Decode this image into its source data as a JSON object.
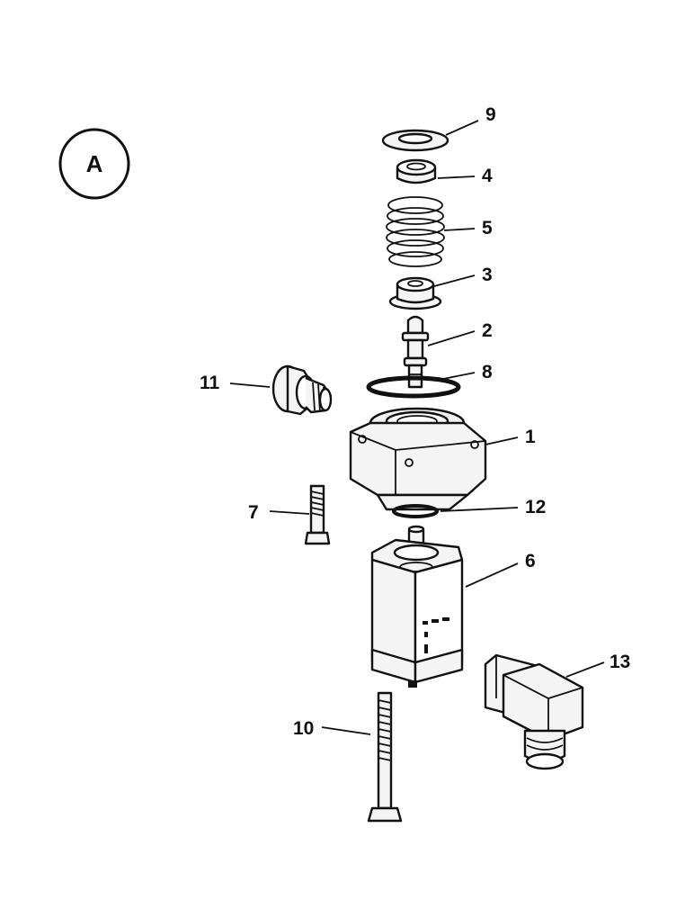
{
  "view": {
    "letter": "A"
  },
  "callouts": [
    {
      "id": "9",
      "label": "9"
    },
    {
      "id": "4",
      "label": "4"
    },
    {
      "id": "5",
      "label": "5"
    },
    {
      "id": "3",
      "label": "3"
    },
    {
      "id": "2",
      "label": "2"
    },
    {
      "id": "8",
      "label": "8"
    },
    {
      "id": "11",
      "label": "11"
    },
    {
      "id": "1",
      "label": "1"
    },
    {
      "id": "7",
      "label": "7"
    },
    {
      "id": "12",
      "label": "12"
    },
    {
      "id": "6",
      "label": "6"
    },
    {
      "id": "13",
      "label": "13"
    },
    {
      "id": "10",
      "label": "10"
    }
  ],
  "parts": [
    {
      "id": "9",
      "icon": "washer-icon"
    },
    {
      "id": "4",
      "icon": "spring-cap-icon"
    },
    {
      "id": "5",
      "icon": "coil-spring-icon"
    },
    {
      "id": "3",
      "icon": "spring-seat-icon"
    },
    {
      "id": "2",
      "icon": "valve-plunger-icon"
    },
    {
      "id": "8",
      "icon": "o-ring-icon"
    },
    {
      "id": "11",
      "icon": "plug-icon"
    },
    {
      "id": "1",
      "icon": "valve-body-icon"
    },
    {
      "id": "7",
      "icon": "screw-icon"
    },
    {
      "id": "12",
      "icon": "o-ring-icon"
    },
    {
      "id": "6",
      "icon": "solenoid-icon"
    },
    {
      "id": "13",
      "icon": "connector-icon"
    },
    {
      "id": "10",
      "icon": "long-bolt-icon"
    }
  ]
}
